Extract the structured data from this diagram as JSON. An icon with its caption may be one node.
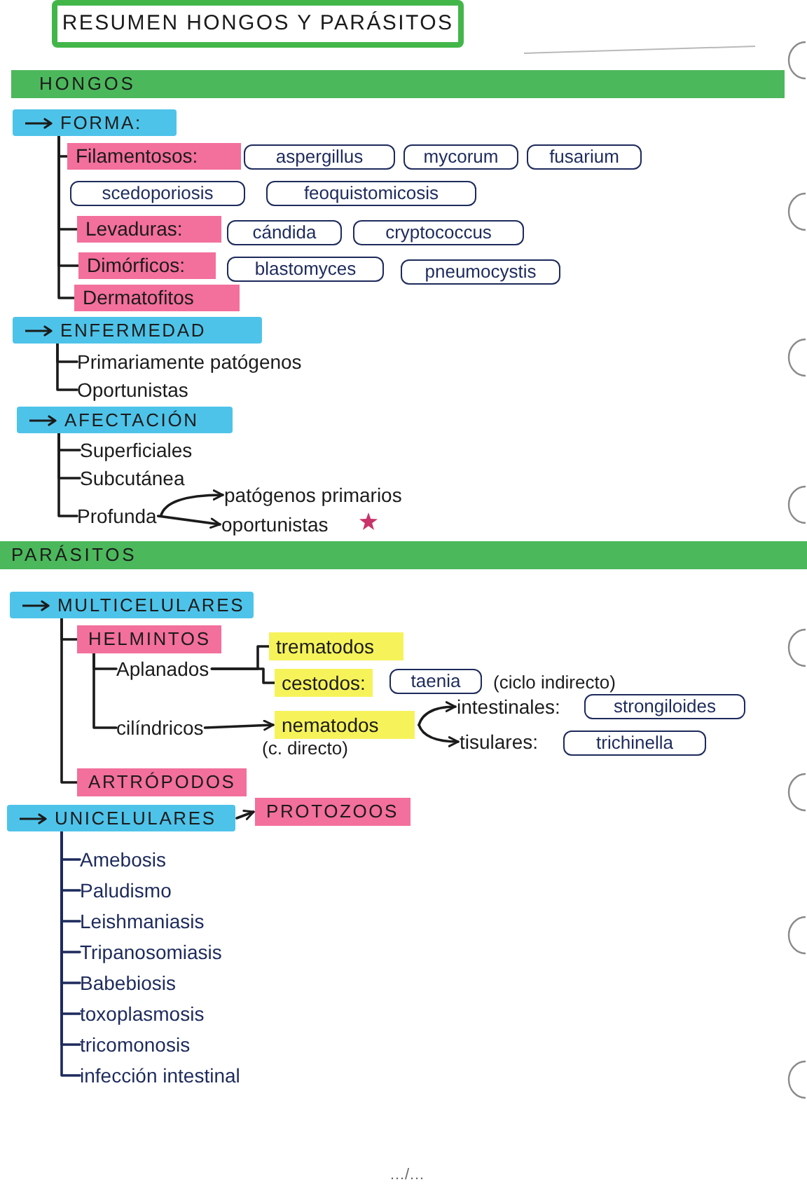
{
  "diagram": {
    "title": "RESUMEN HONGOS Y PARÁSITOS",
    "nodes": [
      {
        "text": [
          "HONGOS"
        ]
      },
      {
        "text": [
          "FORMA:"
        ]
      },
      {
        "text": [
          "Filamentosos:"
        ]
      },
      {
        "text": [
          "aspergillus"
        ]
      },
      {
        "text": [
          "mycorum"
        ]
      },
      {
        "text": [
          "fusarium"
        ]
      },
      {
        "text": [
          "scedoporiosis"
        ]
      },
      {
        "text": [
          "feoquistomicosis"
        ]
      },
      {
        "text": [
          "Levaduras:"
        ]
      },
      {
        "text": [
          "cándida"
        ]
      },
      {
        "text": [
          "cryptococcus"
        ]
      },
      {
        "text": [
          "Dimórficos:"
        ]
      },
      {
        "text": [
          "blastomyces"
        ]
      },
      {
        "text": [
          "pneumocystis"
        ]
      },
      {
        "text": [
          "Dermatofitos"
        ]
      },
      {
        "text": [
          "ENFERMEDAD"
        ]
      },
      {
        "text": [
          "Primariamente patógenos"
        ]
      },
      {
        "text": [
          "Oportunistas"
        ]
      },
      {
        "text": [
          "AFECTACIÓN"
        ]
      },
      {
        "text": [
          "Superficiales"
        ]
      },
      {
        "text": [
          "Subcutánea"
        ]
      },
      {
        "text": [
          "Profunda"
        ]
      },
      {
        "text": [
          "patógenos primarios"
        ]
      },
      {
        "text": [
          "oportunistas"
        ]
      },
      {
        "text": [
          "PARÁSITOS"
        ]
      },
      {
        "text": [
          "MULTICELULARES"
        ]
      },
      {
        "text": [
          "HELMINTOS"
        ]
      },
      {
        "text": [
          "Aplanados"
        ]
      },
      {
        "text": [
          "trematodos"
        ]
      },
      {
        "text": [
          "cestodos:"
        ]
      },
      {
        "text": [
          "taenia"
        ],
        "beside": [
          "(ciclo indirecto)"
        ]
      },
      {
        "text": [
          "cilíndricos"
        ]
      },
      {
        "text": [
          "nematodos"
        ],
        "beside": [
          "(c. directo)"
        ]
      },
      {
        "text": [
          "intestinales:"
        ]
      },
      {
        "text": [
          "strongiloides"
        ]
      },
      {
        "text": [
          "tisulares:"
        ]
      },
      {
        "text": [
          "trichinella"
        ]
      },
      {
        "text": [
          "ARTRÓPODOS"
        ]
      },
      {
        "text": [
          "UNICELULARES"
        ]
      },
      {
        "text": [
          "PROTOZOOS"
        ]
      },
      {
        "text": [
          "Amebosis"
        ]
      },
      {
        "text": [
          "Paludismo"
        ]
      },
      {
        "text": [
          "Leishmaniasis"
        ]
      },
      {
        "text": [
          "Tripanosomiasis"
        ]
      },
      {
        "text": [
          "Babebiosis"
        ]
      },
      {
        "text": [
          "toxoplasmosis"
        ]
      },
      {
        "text": [
          "tricomonosis"
        ]
      },
      {
        "text": [
          "infección intestinal"
        ]
      }
    ],
    "edges": [
      {
        "from": 1,
        "to": 2,
        "arrow": "none"
      },
      {
        "from": 1,
        "to": 8,
        "arrow": "none"
      },
      {
        "from": 1,
        "to": 11,
        "arrow": "none"
      },
      {
        "from": 1,
        "to": 14,
        "arrow": "none"
      },
      {
        "from": 15,
        "to": 16,
        "arrow": "none"
      },
      {
        "from": 15,
        "to": 17,
        "arrow": "none"
      },
      {
        "from": 18,
        "to": 19,
        "arrow": "none"
      },
      {
        "from": 18,
        "to": 20,
        "arrow": "none"
      },
      {
        "from": 18,
        "to": 21,
        "arrow": "none"
      },
      {
        "from": 21,
        "to": 22,
        "arrow": "to"
      },
      {
        "from": 21,
        "to": 23,
        "arrow": "to"
      },
      {
        "from": 25,
        "to": 26,
        "arrow": "none"
      },
      {
        "from": 25,
        "to": 37,
        "arrow": "none"
      },
      {
        "from": 26,
        "to": 27,
        "arrow": "none"
      },
      {
        "from": 26,
        "to": 31,
        "arrow": "none"
      },
      {
        "from": 27,
        "to": 28,
        "arrow": "none"
      },
      {
        "from": 27,
        "to": 29,
        "arrow": "none"
      },
      {
        "from": 31,
        "to": 32,
        "arrow": "to"
      },
      {
        "from": 32,
        "to": 33,
        "arrow": "to"
      },
      {
        "from": 32,
        "to": 35,
        "arrow": "to"
      },
      {
        "from": 38,
        "to": 39,
        "arrow": "to"
      },
      {
        "from": 38,
        "to": 40,
        "arrow": "none",
        "color": "#1d2a5c"
      },
      {
        "from": 38,
        "to": 41,
        "arrow": "none",
        "color": "#1d2a5c"
      },
      {
        "from": 38,
        "to": 42,
        "arrow": "none",
        "color": "#1d2a5c"
      },
      {
        "from": 38,
        "to": 43,
        "arrow": "none",
        "color": "#1d2a5c"
      },
      {
        "from": 38,
        "to": 44,
        "arrow": "none",
        "color": "#1d2a5c"
      },
      {
        "from": 38,
        "to": 45,
        "arrow": "none",
        "color": "#1d2a5c"
      },
      {
        "from": 38,
        "to": 46,
        "arrow": "none",
        "color": "#1d2a5c"
      },
      {
        "from": 38,
        "to": 47,
        "arrow": "none",
        "color": "#1d2a5c"
      }
    ],
    "labels": [
      "…/…"
    ]
  }
}
